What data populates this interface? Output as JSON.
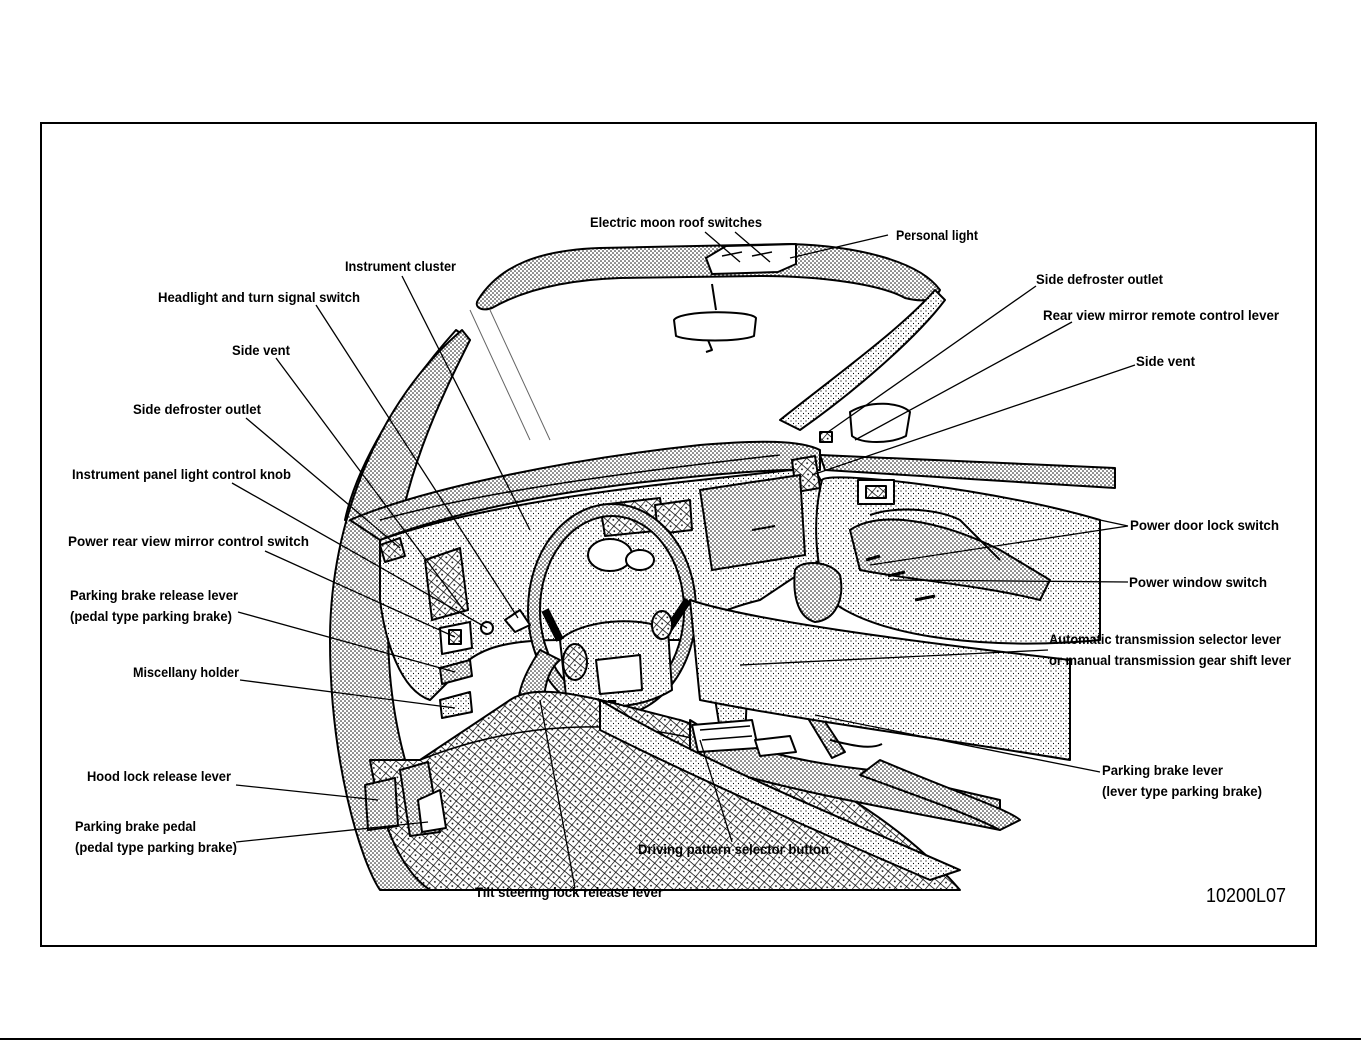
{
  "labels": {
    "electric_moon_roof_switches": "Electric moon roof switches",
    "personal_light": "Personal light",
    "instrument_cluster": "Instrument cluster",
    "headlight_turn_signal_switch": "Headlight and turn signal switch",
    "side_vent_left": "Side vent",
    "side_defroster_outlet_left": "Side defroster outlet",
    "instrument_panel_light_control_knob": "Instrument panel light control knob",
    "power_rear_view_mirror_control_switch": "Power rear view mirror control switch",
    "parking_brake_release_lever_1": "Parking brake release lever",
    "parking_brake_release_lever_2": "(pedal type parking brake)",
    "miscellany_holder": "Miscellany holder",
    "hood_lock_release_lever": "Hood lock release lever",
    "parking_brake_pedal_1": "Parking brake pedal",
    "parking_brake_pedal_2": "(pedal type parking brake)",
    "tilt_steering_lock_release_lever": "Tilt steering lock release lever",
    "driving_pattern_selector_button": "Driving pattern selector button",
    "side_defroster_outlet_right": "Side defroster outlet",
    "rear_view_mirror_remote_control_lever": "Rear view mirror remote control lever",
    "side_vent_right": "Side vent",
    "power_door_lock_switch": "Power door lock switch",
    "power_window_switch": "Power window switch",
    "automatic_transmission_1": "Automatic transmission selector lever",
    "automatic_transmission_2": "or manual transmission gear shift lever",
    "parking_brake_lever_1": "Parking brake lever",
    "parking_brake_lever_2": "(lever type parking brake)"
  },
  "figure_code": "10200L07"
}
